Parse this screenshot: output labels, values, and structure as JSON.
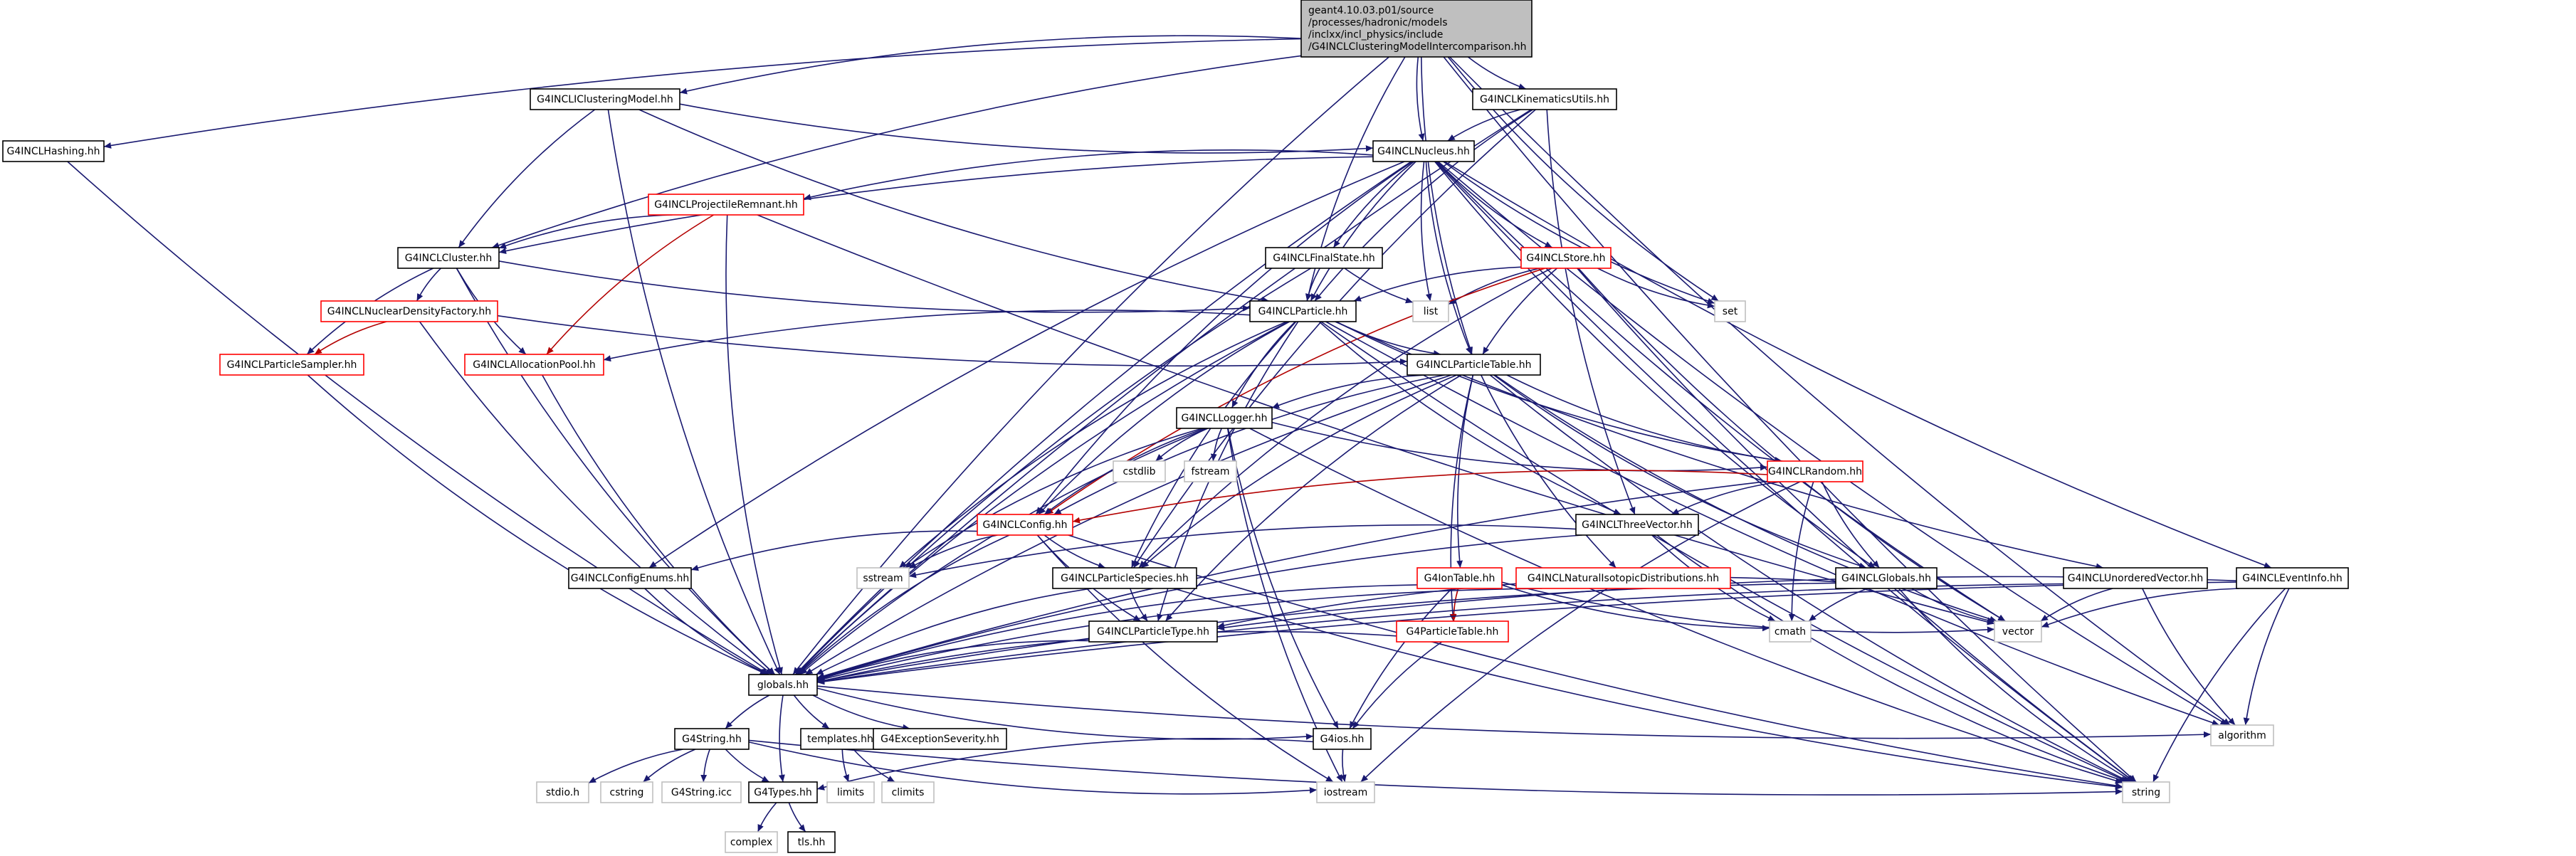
{
  "graph": {
    "root": "n_root",
    "nodes": [
      {
        "id": "n_root",
        "lines": [
          "geant4.10.03.p01/source",
          "/processes/hadronic/models",
          "/inclxx/incl_physics/include",
          "/G4INCLClusteringModelIntercomparison.hh"
        ],
        "style": "root"
      },
      {
        "id": "n_hashing",
        "lines": [
          "G4INCLHashing.hh"
        ],
        "style": "black"
      },
      {
        "id": "n_clustmodel",
        "lines": [
          "G4INCLIClusteringModel.hh"
        ],
        "style": "black"
      },
      {
        "id": "n_kinutils",
        "lines": [
          "G4INCLKinematicsUtils.hh"
        ],
        "style": "black"
      },
      {
        "id": "n_nucleus",
        "lines": [
          "G4INCLNucleus.hh"
        ],
        "style": "black"
      },
      {
        "id": "n_projrem",
        "lines": [
          "G4INCLProjectileRemnant.hh"
        ],
        "style": "red"
      },
      {
        "id": "n_cluster",
        "lines": [
          "G4INCLCluster.hh"
        ],
        "style": "black"
      },
      {
        "id": "n_finalstate",
        "lines": [
          "G4INCLFinalState.hh"
        ],
        "style": "black"
      },
      {
        "id": "n_store",
        "lines": [
          "G4INCLStore.hh"
        ],
        "style": "red"
      },
      {
        "id": "n_list",
        "lines": [
          "list"
        ],
        "style": "gray"
      },
      {
        "id": "n_set",
        "lines": [
          "set"
        ],
        "style": "gray"
      },
      {
        "id": "n_particle",
        "lines": [
          "G4INCLParticle.hh"
        ],
        "style": "black"
      },
      {
        "id": "n_nucdens",
        "lines": [
          "G4INCLNuclearDensityFactory.hh"
        ],
        "style": "red"
      },
      {
        "id": "n_psampler",
        "lines": [
          "G4INCLParticleSampler.hh"
        ],
        "style": "red"
      },
      {
        "id": "n_allocpool",
        "lines": [
          "G4INCLAllocationPool.hh"
        ],
        "style": "red"
      },
      {
        "id": "n_ptable",
        "lines": [
          "G4INCLParticleTable.hh"
        ],
        "style": "black"
      },
      {
        "id": "n_logger",
        "lines": [
          "G4INCLLogger.hh"
        ],
        "style": "black"
      },
      {
        "id": "n_cstdlib",
        "lines": [
          "cstdlib"
        ],
        "style": "gray"
      },
      {
        "id": "n_fstream",
        "lines": [
          "fstream"
        ],
        "style": "gray"
      },
      {
        "id": "n_random",
        "lines": [
          "G4INCLRandom.hh"
        ],
        "style": "red"
      },
      {
        "id": "n_config",
        "lines": [
          "G4INCLConfig.hh"
        ],
        "style": "red"
      },
      {
        "id": "n_threevec",
        "lines": [
          "G4INCLThreeVector.hh"
        ],
        "style": "black"
      },
      {
        "id": "n_sstream",
        "lines": [
          "sstream"
        ],
        "style": "gray"
      },
      {
        "id": "n_configenums",
        "lines": [
          "G4INCLConfigEnums.hh"
        ],
        "style": "black"
      },
      {
        "id": "n_pspecies",
        "lines": [
          "G4INCLParticleSpecies.hh"
        ],
        "style": "black"
      },
      {
        "id": "n_iontable",
        "lines": [
          "G4IonTable.hh"
        ],
        "style": "red"
      },
      {
        "id": "n_natiso",
        "lines": [
          "G4INCLNaturalIsotopicDistributions.hh"
        ],
        "style": "red"
      },
      {
        "id": "n_globalsincl",
        "lines": [
          "G4INCLGlobals.hh"
        ],
        "style": "black"
      },
      {
        "id": "n_unordvec",
        "lines": [
          "G4INCLUnorderedVector.hh"
        ],
        "style": "black"
      },
      {
        "id": "n_eventinfo",
        "lines": [
          "G4INCLEventInfo.hh"
        ],
        "style": "black"
      },
      {
        "id": "n_ptype",
        "lines": [
          "G4INCLParticleType.hh"
        ],
        "style": "black"
      },
      {
        "id": "n_g4ptable",
        "lines": [
          "G4ParticleTable.hh"
        ],
        "style": "red"
      },
      {
        "id": "n_cmath",
        "lines": [
          "cmath"
        ],
        "style": "gray"
      },
      {
        "id": "n_vector",
        "lines": [
          "vector"
        ],
        "style": "gray"
      },
      {
        "id": "n_globals",
        "lines": [
          "globals.hh"
        ],
        "style": "black"
      },
      {
        "id": "n_algorithm",
        "lines": [
          "algorithm"
        ],
        "style": "gray"
      },
      {
        "id": "n_g4string",
        "lines": [
          "G4String.hh"
        ],
        "style": "black"
      },
      {
        "id": "n_templates",
        "lines": [
          "templates.hh"
        ],
        "style": "black"
      },
      {
        "id": "n_g4excsev",
        "lines": [
          "G4ExceptionSeverity.hh"
        ],
        "style": "black"
      },
      {
        "id": "n_g4ios",
        "lines": [
          "G4ios.hh"
        ],
        "style": "black"
      },
      {
        "id": "n_stdio",
        "lines": [
          "stdio.h"
        ],
        "style": "gray"
      },
      {
        "id": "n_cstring",
        "lines": [
          "cstring"
        ],
        "style": "gray"
      },
      {
        "id": "n_g4stringicc",
        "lines": [
          "G4String.icc"
        ],
        "style": "gray"
      },
      {
        "id": "n_g4types",
        "lines": [
          "G4Types.hh"
        ],
        "style": "black"
      },
      {
        "id": "n_limits",
        "lines": [
          "limits"
        ],
        "style": "gray"
      },
      {
        "id": "n_climits",
        "lines": [
          "climits"
        ],
        "style": "gray"
      },
      {
        "id": "n_iostream",
        "lines": [
          "iostream"
        ],
        "style": "gray"
      },
      {
        "id": "n_string",
        "lines": [
          "string"
        ],
        "style": "gray"
      },
      {
        "id": "n_complex",
        "lines": [
          "complex"
        ],
        "style": "gray"
      },
      {
        "id": "n_tls",
        "lines": [
          "tls.hh"
        ],
        "style": "black"
      }
    ],
    "edges": [
      [
        "n_root",
        "n_hashing"
      ],
      [
        "n_root",
        "n_clustmodel"
      ],
      [
        "n_root",
        "n_kinutils"
      ],
      [
        "n_root",
        "n_nucleus"
      ],
      [
        "n_root",
        "n_cluster"
      ],
      [
        "n_root",
        "n_particle"
      ],
      [
        "n_root",
        "n_ptable"
      ],
      [
        "n_root",
        "n_set"
      ],
      [
        "n_root",
        "n_globals"
      ],
      [
        "n_root",
        "n_algorithm"
      ],
      [
        "n_root",
        "n_string"
      ],
      [
        "n_hashing",
        "n_globals"
      ],
      [
        "n_clustmodel",
        "n_cluster"
      ],
      [
        "n_clustmodel",
        "n_nucleus"
      ],
      [
        "n_clustmodel",
        "n_particle"
      ],
      [
        "n_clustmodel",
        "n_globals"
      ],
      [
        "n_kinutils",
        "n_nucleus"
      ],
      [
        "n_kinutils",
        "n_particle"
      ],
      [
        "n_kinutils",
        "n_threevec"
      ],
      [
        "n_kinutils",
        "n_pspecies"
      ],
      [
        "n_kinutils",
        "n_globals"
      ],
      [
        "n_nucleus",
        "n_projrem"
      ],
      [
        "n_nucleus",
        "n_cluster"
      ],
      [
        "n_nucleus",
        "n_finalstate"
      ],
      [
        "n_nucleus",
        "n_store"
      ],
      [
        "n_nucleus",
        "n_list"
      ],
      [
        "n_nucleus",
        "n_set"
      ],
      [
        "n_nucleus",
        "n_particle"
      ],
      [
        "n_nucleus",
        "n_ptable"
      ],
      [
        "n_nucleus",
        "n_config"
      ],
      [
        "n_nucleus",
        "n_configenums"
      ],
      [
        "n_nucleus",
        "n_globalsincl"
      ],
      [
        "n_nucleus",
        "n_eventinfo"
      ],
      [
        "n_nucleus",
        "n_globals"
      ],
      [
        "n_nucleus",
        "n_vector"
      ],
      [
        "n_nucleus",
        "n_algorithm"
      ],
      [
        "n_nucleus",
        "n_string"
      ],
      [
        "n_projrem",
        "n_cluster"
      ],
      [
        "n_projrem",
        "n_allocpool"
      ],
      [
        "n_projrem",
        "n_globals"
      ],
      [
        "n_projrem",
        "n_vector"
      ],
      [
        "n_cluster",
        "n_particle"
      ],
      [
        "n_cluster",
        "n_nucdens"
      ],
      [
        "n_cluster",
        "n_psampler"
      ],
      [
        "n_cluster",
        "n_allocpool"
      ],
      [
        "n_cluster",
        "n_globals"
      ],
      [
        "n_finalstate",
        "n_particle"
      ],
      [
        "n_finalstate",
        "n_list"
      ],
      [
        "n_finalstate",
        "n_globals"
      ],
      [
        "n_store",
        "n_particle"
      ],
      [
        "n_store",
        "n_list"
      ],
      [
        "n_store",
        "n_set"
      ],
      [
        "n_store",
        "n_config"
      ],
      [
        "n_store",
        "n_ptable"
      ],
      [
        "n_store",
        "n_string"
      ],
      [
        "n_store",
        "n_vector"
      ],
      [
        "n_store",
        "n_pspecies"
      ],
      [
        "n_particle",
        "n_ptable"
      ],
      [
        "n_particle",
        "n_logger"
      ],
      [
        "n_particle",
        "n_allocpool"
      ],
      [
        "n_particle",
        "n_threevec"
      ],
      [
        "n_particle",
        "n_pspecies"
      ],
      [
        "n_particle",
        "n_ptype"
      ],
      [
        "n_particle",
        "n_random"
      ],
      [
        "n_particle",
        "n_config"
      ],
      [
        "n_particle",
        "n_sstream"
      ],
      [
        "n_particle",
        "n_globals"
      ],
      [
        "n_particle",
        "n_unordvec"
      ],
      [
        "n_particle",
        "n_string"
      ],
      [
        "n_particle",
        "n_algorithm"
      ],
      [
        "n_nucdens",
        "n_ptable"
      ],
      [
        "n_nucdens",
        "n_psampler"
      ],
      [
        "n_nucdens",
        "n_globals"
      ],
      [
        "n_psampler",
        "n_globals"
      ],
      [
        "n_allocpool",
        "n_globals"
      ],
      [
        "n_ptable",
        "n_logger"
      ],
      [
        "n_ptable",
        "n_config"
      ],
      [
        "n_ptable",
        "n_pspecies"
      ],
      [
        "n_ptable",
        "n_ptype"
      ],
      [
        "n_ptable",
        "n_iontable"
      ],
      [
        "n_ptable",
        "n_g4ptable"
      ],
      [
        "n_ptable",
        "n_natiso"
      ],
      [
        "n_ptable",
        "n_globalsincl"
      ],
      [
        "n_ptable",
        "n_vector"
      ],
      [
        "n_ptable",
        "n_string"
      ],
      [
        "n_ptable",
        "n_globals"
      ],
      [
        "n_ptable",
        "n_random"
      ],
      [
        "n_logger",
        "n_cstdlib"
      ],
      [
        "n_logger",
        "n_fstream"
      ],
      [
        "n_logger",
        "n_sstream"
      ],
      [
        "n_logger",
        "n_config"
      ],
      [
        "n_logger",
        "n_random"
      ],
      [
        "n_logger",
        "n_g4ios"
      ],
      [
        "n_logger",
        "n_iostream"
      ],
      [
        "n_logger",
        "n_string"
      ],
      [
        "n_logger",
        "n_globals"
      ],
      [
        "n_random",
        "n_config"
      ],
      [
        "n_random",
        "n_threevec"
      ],
      [
        "n_random",
        "n_globalsincl"
      ],
      [
        "n_random",
        "n_cmath"
      ],
      [
        "n_random",
        "n_iostream"
      ],
      [
        "n_random",
        "n_globals"
      ],
      [
        "n_config",
        "n_sstream"
      ],
      [
        "n_config",
        "n_configenums"
      ],
      [
        "n_config",
        "n_pspecies"
      ],
      [
        "n_config",
        "n_globals"
      ],
      [
        "n_config",
        "n_string"
      ],
      [
        "n_config",
        "n_iostream"
      ],
      [
        "n_config",
        "n_ptype"
      ],
      [
        "n_threevec",
        "n_sstream"
      ],
      [
        "n_threevec",
        "n_cmath"
      ],
      [
        "n_threevec",
        "n_string"
      ],
      [
        "n_threevec",
        "n_globals"
      ],
      [
        "n_configenums",
        "n_globals"
      ],
      [
        "n_pspecies",
        "n_ptype"
      ],
      [
        "n_pspecies",
        "n_globals"
      ],
      [
        "n_pspecies",
        "n_string"
      ],
      [
        "n_iontable",
        "n_g4ptable"
      ],
      [
        "n_iontable",
        "n_globals"
      ],
      [
        "n_iontable",
        "n_g4ios"
      ],
      [
        "n_iontable",
        "n_vector"
      ],
      [
        "n_iontable",
        "n_cmath"
      ],
      [
        "n_natiso",
        "n_globals"
      ],
      [
        "n_globalsincl",
        "n_cmath"
      ],
      [
        "n_globalsincl",
        "n_vector"
      ],
      [
        "n_globalsincl",
        "n_string"
      ],
      [
        "n_globalsincl",
        "n_ptype"
      ],
      [
        "n_globalsincl",
        "n_globals"
      ],
      [
        "n_unordvec",
        "n_vector"
      ],
      [
        "n_unordvec",
        "n_algorithm"
      ],
      [
        "n_unordvec",
        "n_globals"
      ],
      [
        "n_eventinfo",
        "n_vector"
      ],
      [
        "n_eventinfo",
        "n_algorithm"
      ],
      [
        "n_eventinfo",
        "n_string"
      ],
      [
        "n_eventinfo",
        "n_globals"
      ],
      [
        "n_eventinfo",
        "n_ptype"
      ],
      [
        "n_ptype",
        "n_globals"
      ],
      [
        "n_g4ptable",
        "n_globals"
      ],
      [
        "n_g4ptable",
        "n_g4ios"
      ],
      [
        "n_globals",
        "n_g4string"
      ],
      [
        "n_globals",
        "n_templates"
      ],
      [
        "n_globals",
        "n_g4excsev"
      ],
      [
        "n_globals",
        "n_g4ios"
      ],
      [
        "n_globals",
        "n_g4types"
      ],
      [
        "n_globals",
        "n_algorithm"
      ],
      [
        "n_g4string",
        "n_stdio"
      ],
      [
        "n_g4string",
        "n_cstring"
      ],
      [
        "n_g4string",
        "n_g4stringicc"
      ],
      [
        "n_g4string",
        "n_g4types"
      ],
      [
        "n_g4string",
        "n_string"
      ],
      [
        "n_g4string",
        "n_iostream"
      ],
      [
        "n_templates",
        "n_limits"
      ],
      [
        "n_templates",
        "n_climits"
      ],
      [
        "n_g4ios",
        "n_g4types"
      ],
      [
        "n_g4ios",
        "n_iostream"
      ],
      [
        "n_g4types",
        "n_complex"
      ],
      [
        "n_g4types",
        "n_tls"
      ]
    ]
  }
}
